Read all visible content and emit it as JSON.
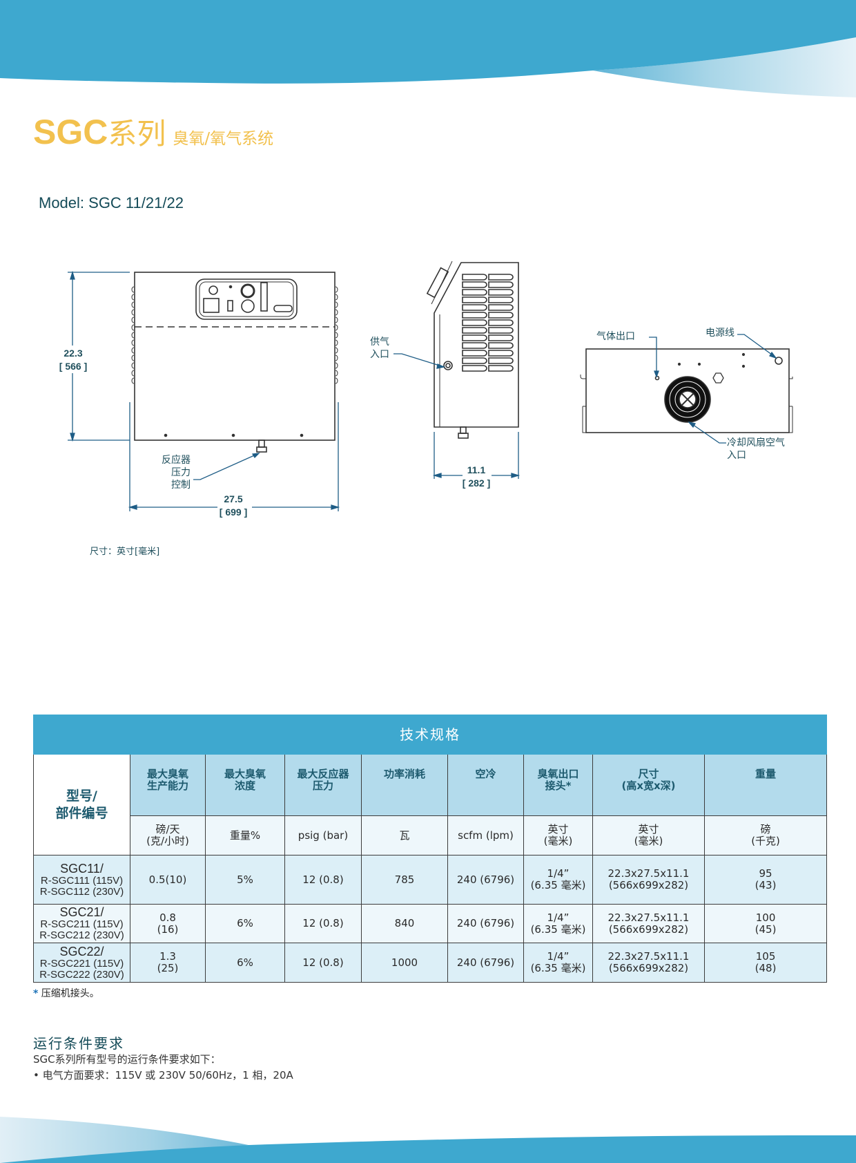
{
  "colors": {
    "brand_blue": "#3ea8cf",
    "title_gold": "#f2c14e",
    "header_cell": "#b3dbec",
    "text_teal": "#134a57"
  },
  "header": {
    "series": "SGC",
    "series_cn": "系列",
    "subtitle": "臭氧/氧气系统",
    "model": "Model: SGC 11/21/22"
  },
  "drawings": {
    "front": {
      "height_in": "22.3",
      "height_mm": "[ 566 ]",
      "width_in": "27.5",
      "width_mm": "[ 699 ]",
      "callout": [
        "反应器",
        "压力",
        "控制"
      ]
    },
    "side": {
      "depth_in": "11.1",
      "depth_mm": "[ 282 ]",
      "callout": [
        "供气",
        "入口"
      ]
    },
    "top": {
      "gas_outlet": "气体出口",
      "power_cord": "电源线",
      "fan_inlet": [
        "冷却风扇空气",
        "入口"
      ]
    },
    "units_note": "尺寸：英寸[毫米]"
  },
  "table": {
    "title": "技术规格",
    "model_header": [
      "型号/",
      "部件编号"
    ],
    "headers": [
      [
        "最大臭氧",
        "生产能力"
      ],
      [
        "最大臭氧",
        "浓度"
      ],
      [
        "最大反应器",
        "压力"
      ],
      [
        "功率消耗",
        ""
      ],
      [
        "空冷",
        ""
      ],
      [
        "臭氧出口",
        "接头*"
      ],
      [
        "尺寸",
        "(高x宽x深)"
      ],
      [
        "重量",
        ""
      ]
    ],
    "units": [
      [
        "磅/天",
        "(克/小时)"
      ],
      [
        "重量%",
        ""
      ],
      [
        "psig (bar)",
        ""
      ],
      [
        "瓦",
        ""
      ],
      [
        "scfm (lpm)",
        ""
      ],
      [
        "英寸",
        "(毫米)"
      ],
      [
        "英寸",
        "(毫米)"
      ],
      [
        "磅",
        "(千克)"
      ]
    ],
    "rows": [
      {
        "model": [
          "SGC11/",
          "R-SGC111 (115V)",
          "R-SGC112 (230V)"
        ],
        "cells": [
          [
            "0.5(10)",
            ""
          ],
          [
            "5%",
            ""
          ],
          [
            "12 (0.8)",
            ""
          ],
          [
            "785",
            ""
          ],
          [
            "240 (6796)",
            ""
          ],
          [
            "1/4”",
            "(6.35 毫米)"
          ],
          [
            "22.3x27.5x11.1",
            "(566x699x282)"
          ],
          [
            "95",
            "(43)"
          ]
        ]
      },
      {
        "model": [
          "SGC21/",
          "R-SGC211 (115V)",
          "R-SGC212 (230V)"
        ],
        "cells": [
          [
            "0.8",
            "(16)"
          ],
          [
            "6%",
            ""
          ],
          [
            "12 (0.8)",
            ""
          ],
          [
            "840",
            ""
          ],
          [
            "240 (6796)",
            ""
          ],
          [
            "1/4”",
            "(6.35 毫米)"
          ],
          [
            "22.3x27.5x11.1",
            "(566x699x282)"
          ],
          [
            "100",
            "(45)"
          ]
        ]
      },
      {
        "model": [
          "SGC22/",
          "R-SGC221 (115V)",
          "R-SGC222 (230V)"
        ],
        "cells": [
          [
            "1.3",
            "(25)"
          ],
          [
            "6%",
            ""
          ],
          [
            "12 (0.8)",
            ""
          ],
          [
            "1000",
            ""
          ],
          [
            "240 (6796)",
            ""
          ],
          [
            "1/4”",
            "(6.35 毫米)"
          ],
          [
            "22.3x27.5x11.1",
            "(566x699x282)"
          ],
          [
            "105",
            "(48)"
          ]
        ]
      }
    ],
    "footnote_mark": "*",
    "footnote": "压缩机接头。"
  },
  "requirements": {
    "title": "运行条件要求",
    "intro": "SGC系列所有型号的运行条件要求如下：",
    "items": [
      "• 电气方面要求：115V 或 230V 50/60Hz，1 相，20A"
    ]
  }
}
